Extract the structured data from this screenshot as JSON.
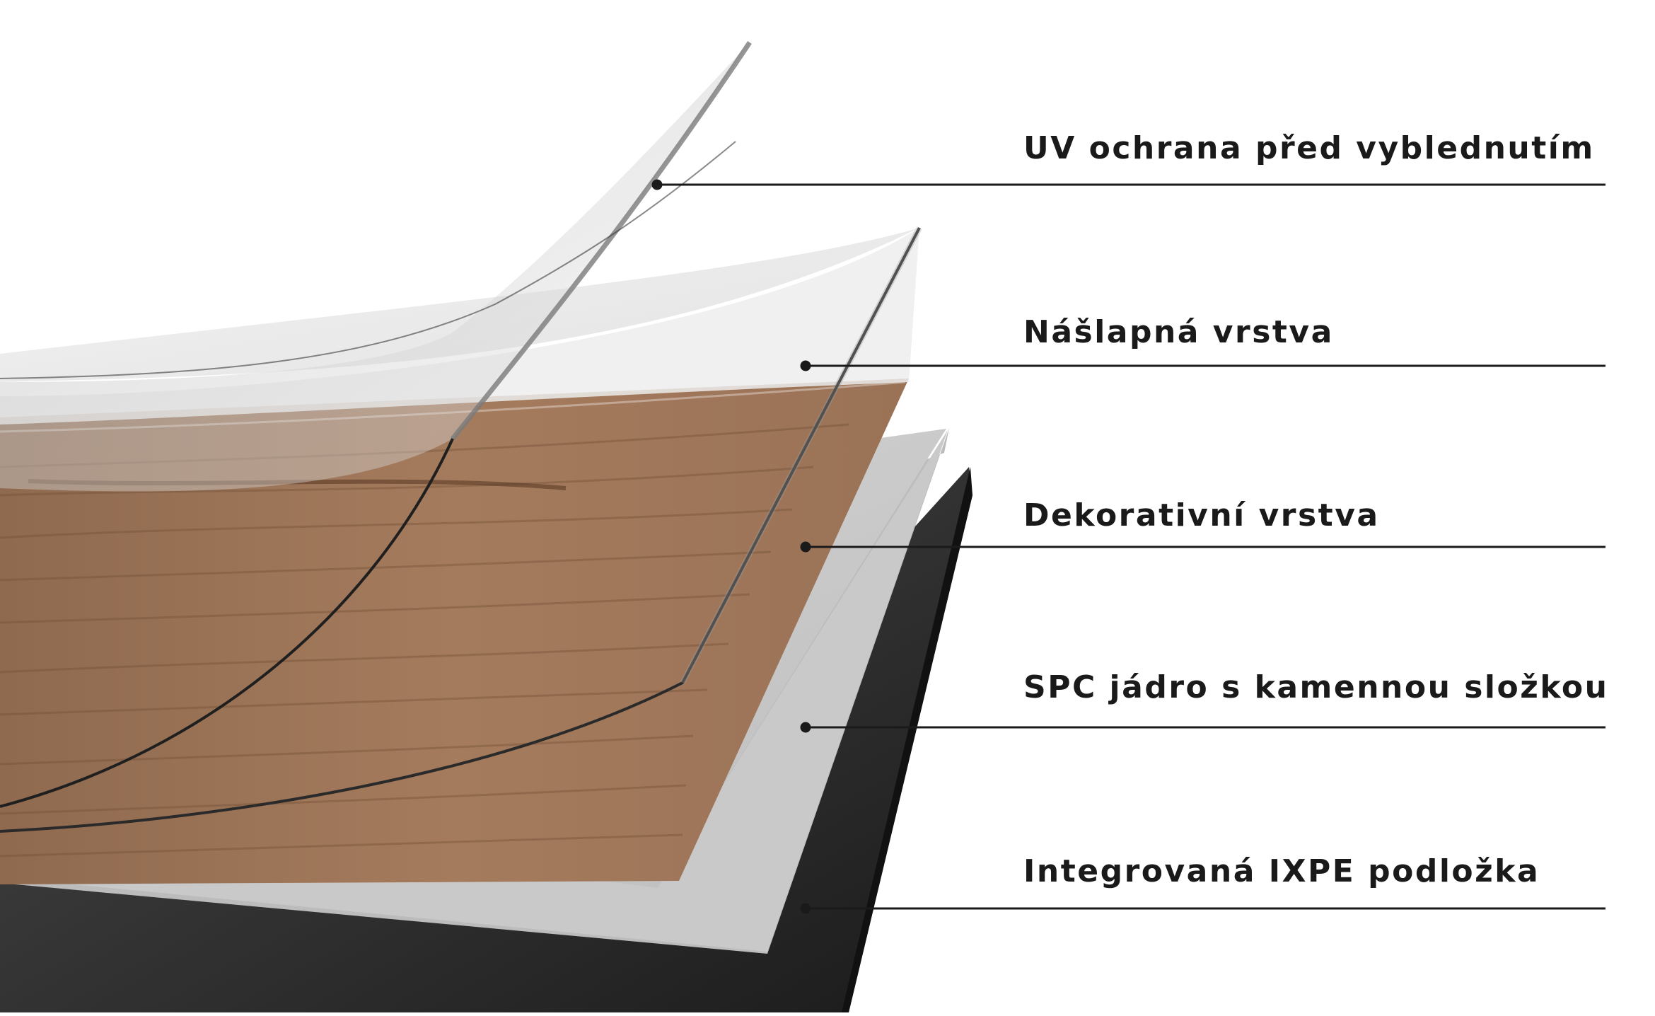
{
  "diagram": {
    "layers": [
      {
        "id": "uv",
        "label": "UV ochrana před vyblednutím"
      },
      {
        "id": "wear",
        "label": "Nášlapná vrstva"
      },
      {
        "id": "decor",
        "label": "Dekorativní vrstva"
      },
      {
        "id": "spc",
        "label": "SPC jádro s kamennou složkou"
      },
      {
        "id": "ixpe",
        "label": "Integrovaná IXPE podložka"
      }
    ],
    "colors": {
      "wood": "#a37a5c",
      "wood_dark": "#7a553a",
      "spc_core": "#cfcfcf",
      "ixpe_underlay": "#2b2b2b",
      "leader_line": "#1a1a1a"
    }
  }
}
